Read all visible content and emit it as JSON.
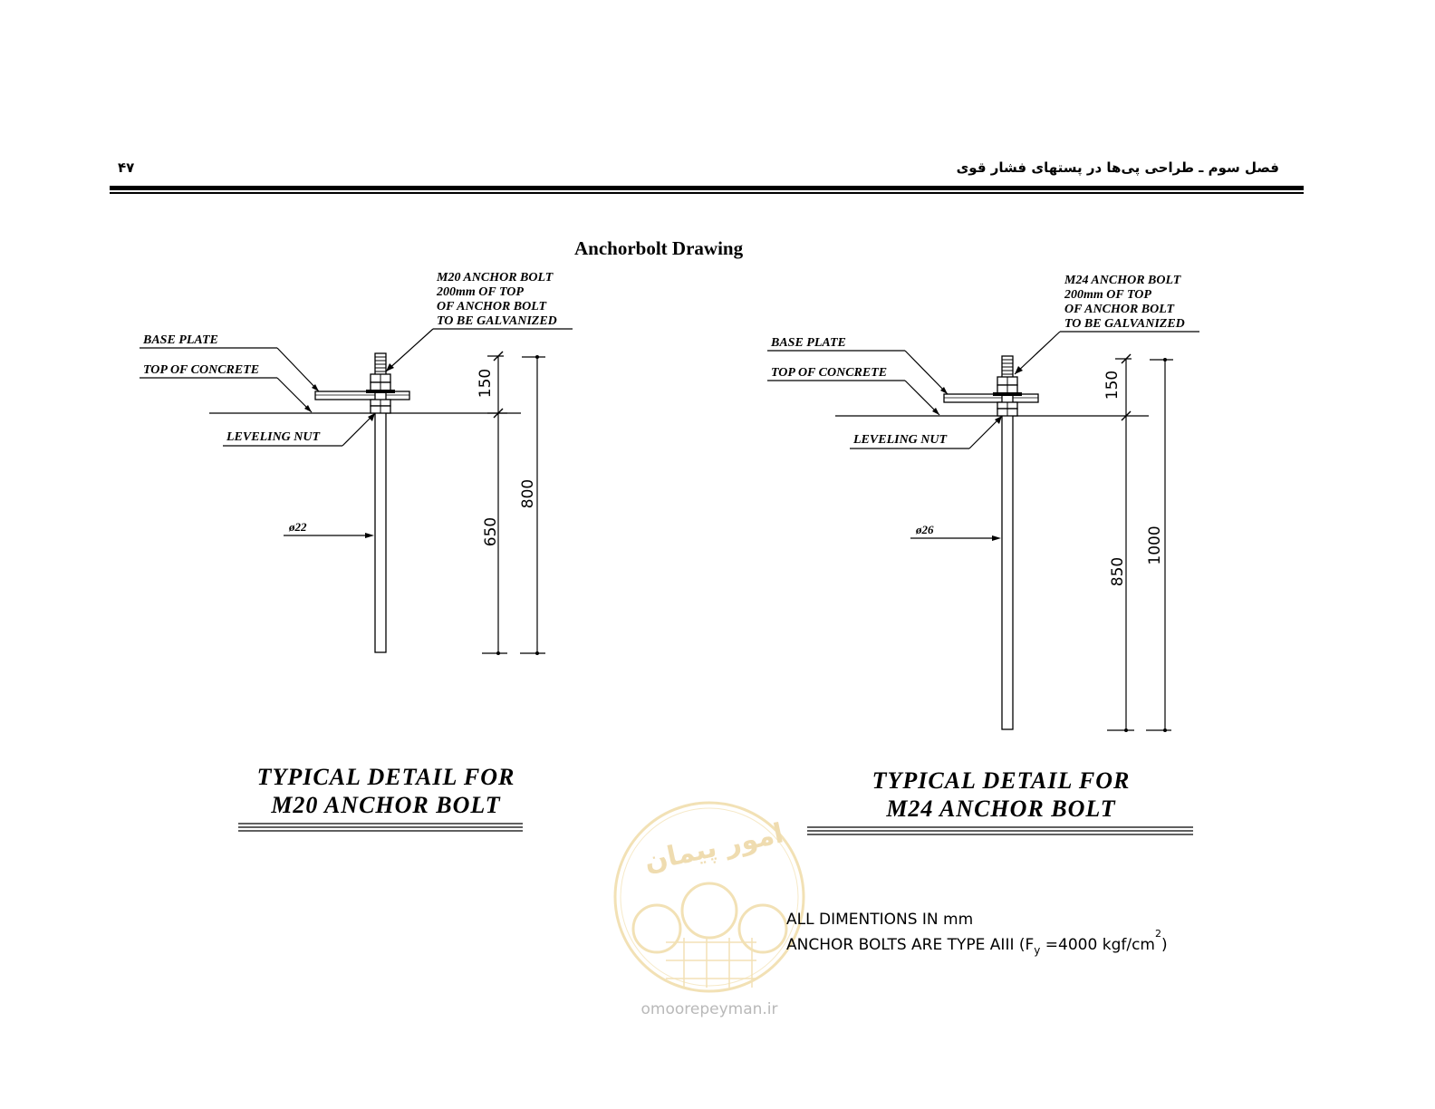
{
  "header": {
    "page_number": "۴۷",
    "chapter_title": "فصل سوم ـ طراحی پی‌ها در پستهای فشار قوی"
  },
  "drawing_title": "Anchorbolt Drawing",
  "left_detail": {
    "bolt_note": [
      "M20 ANCHOR BOLT",
      "200mm OF TOP",
      "OF ANCHOR BOLT",
      "TO BE GALVANIZED"
    ],
    "base_plate": "BASE PLATE",
    "top_of_concrete": "TOP OF CONCRETE",
    "leveling_nut": "LEVELING NUT",
    "diameter": "ø22",
    "dim_top": "150",
    "dim_embed": "650",
    "dim_total": "800",
    "caption": [
      "TYPICAL DETAIL FOR",
      "M20 ANCHOR BOLT"
    ]
  },
  "right_detail": {
    "bolt_note": [
      "M24 ANCHOR BOLT",
      "200mm OF TOP",
      "OF ANCHOR BOLT",
      "TO BE GALVANIZED"
    ],
    "base_plate": "BASE PLATE",
    "top_of_concrete": "TOP OF CONCRETE",
    "leveling_nut": "LEVELING NUT",
    "diameter": "ø26",
    "dim_top": "150",
    "dim_embed": "850",
    "dim_total": "1000",
    "caption": [
      "TYPICAL DETAIL FOR",
      "M24 ANCHOR BOLT"
    ]
  },
  "notes": {
    "line1": "ALL DIMENTIONS IN mm",
    "line2": "ANCHOR BOLTS ARE TYPE AIII (F",
    "line2_sub": "y",
    "line2_rest": " =4000 kgf/cm",
    "line2_sup": "2",
    "line2_end": ")"
  },
  "watermark": {
    "logo_text": "امور پیمان",
    "site": "omoorepeyman.ir"
  },
  "colors": {
    "ink": "#000000",
    "watermark": "#e8c97a"
  }
}
